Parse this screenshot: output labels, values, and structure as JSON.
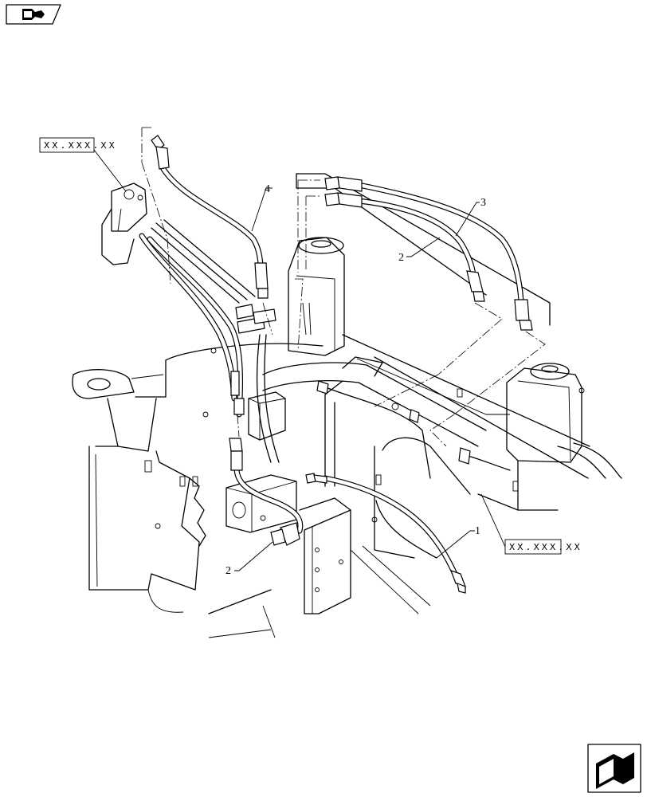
{
  "callouts": [
    {
      "id": "callout-1",
      "label": "1"
    },
    {
      "id": "callout-2a",
      "label": "2"
    },
    {
      "id": "callout-2b",
      "label": "2"
    },
    {
      "id": "callout-3",
      "label": "3"
    },
    {
      "id": "callout-4",
      "label": "4"
    }
  ],
  "references": [
    {
      "id": "ref-box-left",
      "text": "XX.XXX.XX"
    },
    {
      "id": "ref-box-right",
      "text": "XX.XXX.XX"
    }
  ],
  "icons": {
    "top_left": "book-arrow-icon",
    "bottom_right": "next-page-arrow-icon"
  }
}
